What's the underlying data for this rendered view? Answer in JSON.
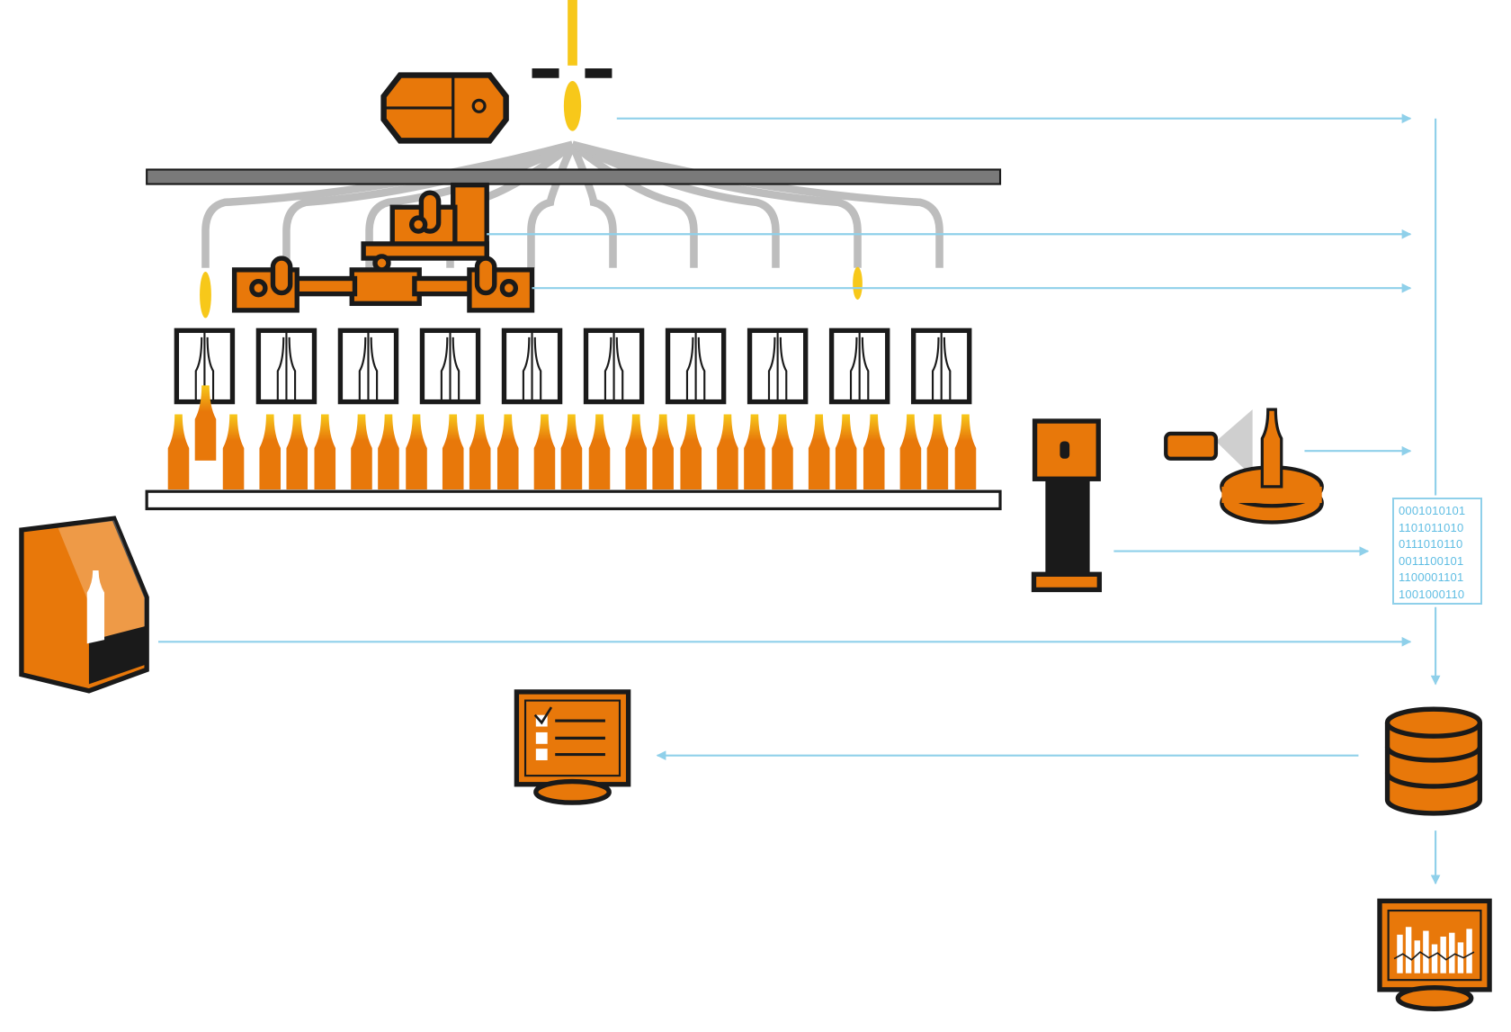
{
  "binary_data": {
    "lines": [
      "0001010101",
      "1101011010",
      "0111010110",
      "0011100101",
      "1100001101",
      "1001000110"
    ]
  },
  "colors": {
    "orange": "#e8780a",
    "black": "#1a1a1a",
    "arrow": "#8fd0ea",
    "pipe": "#bdbdbd",
    "beam": "#7a7a7a",
    "gob": "#f7c81a"
  }
}
